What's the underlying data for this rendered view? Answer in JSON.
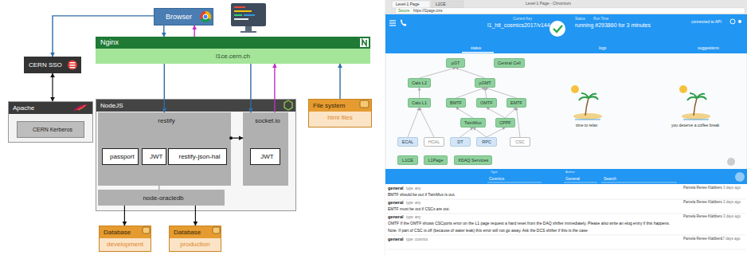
{
  "diagram": {
    "nodes": [
      {
        "text": [
          "Browser"
        ]
      },
      {
        "text": [
          "CERN SSO"
        ]
      },
      {
        "text": [
          "Nginx"
        ]
      },
      {
        "text": [
          "l1ce.cern.ch"
        ],
        "in": 2
      },
      {
        "text": [
          "Apache"
        ]
      },
      {
        "text": [
          "CERN Kerberos"
        ],
        "in": 4
      },
      {
        "text": [
          "NodeJS"
        ]
      },
      {
        "text": [
          "restify"
        ],
        "in": 6
      },
      {
        "text": [
          "passport"
        ],
        "in": 7
      },
      {
        "text": [
          "JWT"
        ],
        "in": 7
      },
      {
        "text": [
          "restify-json-hal"
        ],
        "in": 7
      },
      {
        "text": [
          "node-oracledb"
        ],
        "in": 6
      },
      {
        "text": [
          "socket.io"
        ],
        "in": 6
      },
      {
        "text": [
          "JWT"
        ],
        "in": 12
      },
      {
        "text": [
          "File system",
          "html files"
        ]
      },
      {
        "text": [
          "Database",
          "development"
        ]
      },
      {
        "text": [
          "Database",
          "production"
        ]
      },
      {
        "text": [
          "µGT"
        ]
      },
      {
        "text": [
          "Central Cell"
        ]
      },
      {
        "text": [
          "Calo L2"
        ]
      },
      {
        "text": [
          "µGMT"
        ]
      },
      {
        "text": [
          "Calo L1"
        ]
      },
      {
        "text": [
          "BMTF"
        ]
      },
      {
        "text": [
          "OMTF"
        ]
      },
      {
        "text": [
          "EMTF"
        ]
      },
      {
        "text": [
          "TwinMux"
        ]
      },
      {
        "text": [
          "CPPF"
        ]
      },
      {
        "text": [
          "ECAL"
        ]
      },
      {
        "text": [
          "HCAL"
        ]
      },
      {
        "text": [
          "DT"
        ]
      },
      {
        "text": [
          "RPC"
        ]
      },
      {
        "text": [
          "CSC"
        ]
      },
      {
        "text": [
          "L1CE"
        ]
      },
      {
        "text": [
          "L1Page"
        ]
      },
      {
        "text": [
          "XDAQ Services"
        ]
      }
    ],
    "edges": [
      {
        "from": 0,
        "to": 1,
        "arrow": "to"
      },
      {
        "from": 0,
        "to": 2,
        "arrow": "to"
      },
      {
        "from": 2,
        "to": 0,
        "arrow": "to"
      },
      {
        "from": 1,
        "to": 4,
        "arrow": "both"
      },
      {
        "from": 2,
        "to": 7,
        "arrow": "to"
      },
      {
        "from": 2,
        "to": 12,
        "arrow": "to"
      },
      {
        "from": 12,
        "to": 2,
        "arrow": "to"
      },
      {
        "from": 14,
        "to": 2,
        "arrow": "to"
      },
      {
        "from": 7,
        "to": 12,
        "arrow": "to"
      },
      {
        "from": 7,
        "to": 11,
        "arrow": "none"
      },
      {
        "from": 11,
        "to": 15,
        "arrow": "to"
      },
      {
        "from": 11,
        "to": 16,
        "arrow": "to"
      },
      {
        "from": 19,
        "to": 17,
        "arrow": "to"
      },
      {
        "from": 20,
        "to": 17,
        "arrow": "to"
      },
      {
        "from": 21,
        "to": 19,
        "arrow": "to"
      },
      {
        "from": 22,
        "to": 20,
        "arrow": "to"
      },
      {
        "from": 23,
        "to": 20,
        "arrow": "to"
      },
      {
        "from": 24,
        "to": 20,
        "arrow": "to"
      },
      {
        "from": 25,
        "to": 22,
        "arrow": "to"
      },
      {
        "from": 26,
        "to": 23,
        "arrow": "to"
      },
      {
        "from": 26,
        "to": 24,
        "arrow": "to"
      },
      {
        "from": 27,
        "to": 21,
        "arrow": "to"
      },
      {
        "from": 28,
        "to": 21,
        "arrow": "to"
      },
      {
        "from": 29,
        "to": 25,
        "arrow": "to"
      },
      {
        "from": 30,
        "to": 25,
        "arrow": "to"
      },
      {
        "from": 30,
        "to": 26,
        "arrow": "to"
      },
      {
        "from": 31,
        "to": 24,
        "arrow": "to"
      }
    ],
    "labels": [
      "Level-1 Page",
      "L1CE",
      "Level-1 Page - Chromium",
      "Secure",
      "https://l1page.cms",
      "Current Key",
      "l1_hlt_cosmics2017/v144",
      "Status",
      "Run Time",
      "running #293860 for 3 minutes",
      "connected to API",
      "status",
      "logs",
      "suggestions",
      "time to relax",
      "you deserve a coffee break",
      "Type",
      "Cosmics",
      "Author",
      "General",
      "Search",
      "general",
      "type: any",
      "Pamela Renee Klabbers",
      "3 days ago",
      "BMTF should be out if TwinMux is out.",
      "general",
      "type: any",
      "Pamela Renee Klabbers",
      "3 days ago",
      "EMTF must be out if CSCs are out.",
      "general",
      "type: any",
      "Pamela Renee Klabbers",
      "3 days ago",
      "OMTF If the OMTF shows CSCports error on the L1 page request a hard reset from the DAQ shifter immediately. Please also write an elog entry if this happens.",
      "Note: If part of CSC is off (because of water leak) this error will not go away. Ask the DCS shifter if this is the case",
      "general",
      "type: cosmics",
      "Pamela Renee Klabbers",
      "17 days ago"
    ]
  }
}
